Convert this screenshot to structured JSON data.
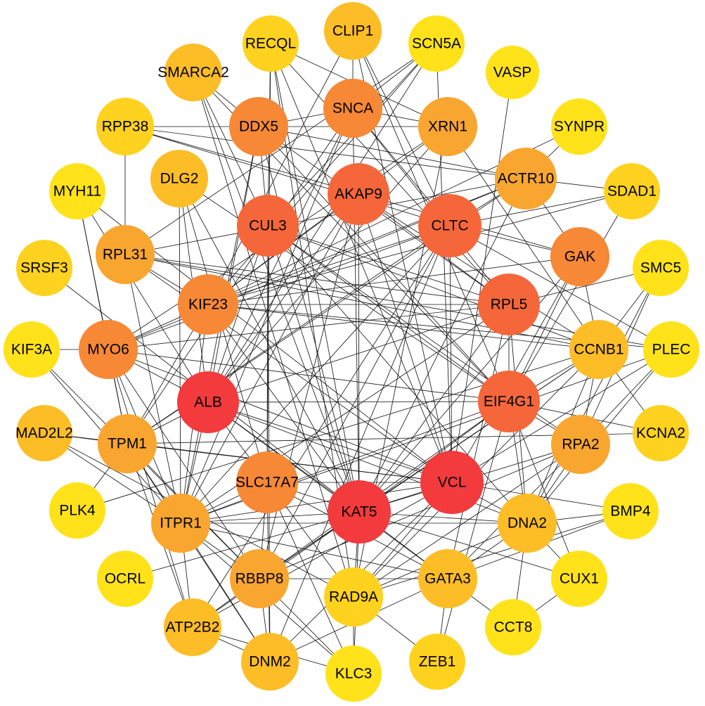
{
  "colors": {
    "background": "#ffffff",
    "edge": "#1a1a1a",
    "label": "#000000",
    "level_1": "#ffe21a",
    "level_2": "#ffd21f",
    "level_3": "#fdbd27",
    "level_4": "#f9a630",
    "level_5": "#f68836",
    "level_6": "#f5673a",
    "level_7": "#f33a3c"
  },
  "nodes": [
    {
      "id": "RECQL",
      "label": "RECQL",
      "level": 2
    },
    {
      "id": "CLIP1",
      "label": "CLIP1",
      "level": 3
    },
    {
      "id": "SCN5A",
      "label": "SCN5A",
      "level": 1
    },
    {
      "id": "VASP",
      "label": "VASP",
      "level": 1
    },
    {
      "id": "SMARCA2",
      "label": "SMARCA2",
      "level": 3
    },
    {
      "id": "SNCA",
      "label": "SNCA",
      "level": 5
    },
    {
      "id": "XRN1",
      "label": "XRN1",
      "level": 4
    },
    {
      "id": "SYNPR",
      "label": "SYNPR",
      "level": 1
    },
    {
      "id": "RPP38",
      "label": "RPP38",
      "level": 2
    },
    {
      "id": "DDX5",
      "label": "DDX5",
      "level": 5
    },
    {
      "id": "ACTR10",
      "label": "ACTR10",
      "level": 4
    },
    {
      "id": "DLG2",
      "label": "DLG2",
      "level": 3
    },
    {
      "id": "AKAP9",
      "label": "AKAP9",
      "level": 6
    },
    {
      "id": "SDAD1",
      "label": "SDAD1",
      "level": 2
    },
    {
      "id": "MYH11",
      "label": "MYH11",
      "level": 1
    },
    {
      "id": "CUL3",
      "label": "CUL3",
      "level": 6
    },
    {
      "id": "CLTC",
      "label": "CLTC",
      "level": 6
    },
    {
      "id": "SRSF3",
      "label": "SRSF3",
      "level": 2
    },
    {
      "id": "RPL31",
      "label": "RPL31",
      "level": 4
    },
    {
      "id": "GAK",
      "label": "GAK",
      "level": 5
    },
    {
      "id": "SMC5",
      "label": "SMC5",
      "level": 1
    },
    {
      "id": "KIF23",
      "label": "KIF23",
      "level": 5
    },
    {
      "id": "RPL5",
      "label": "RPL5",
      "level": 6
    },
    {
      "id": "KIF3A",
      "label": "KIF3A",
      "level": 1
    },
    {
      "id": "MYO6",
      "label": "MYO6",
      "level": 5
    },
    {
      "id": "CCNB1",
      "label": "CCNB1",
      "level": 3
    },
    {
      "id": "PLEC",
      "label": "PLEC",
      "level": 1
    },
    {
      "id": "ALB",
      "label": "ALB",
      "level": 7
    },
    {
      "id": "EIF4G1",
      "label": "EIF4G1",
      "level": 6
    },
    {
      "id": "MAD2L2",
      "label": "MAD2L2",
      "level": 3
    },
    {
      "id": "TPM1",
      "label": "TPM1",
      "level": 4
    },
    {
      "id": "RPA2",
      "label": "RPA2",
      "level": 4
    },
    {
      "id": "KCNA2",
      "label": "KCNA2",
      "level": 2
    },
    {
      "id": "VCL",
      "label": "VCL",
      "level": 7
    },
    {
      "id": "SLC17A7",
      "label": "SLC17A7",
      "level": 5
    },
    {
      "id": "PLK4",
      "label": "PLK4",
      "level": 1
    },
    {
      "id": "KAT5",
      "label": "KAT5",
      "level": 7
    },
    {
      "id": "ITPR1",
      "label": "ITPR1",
      "level": 4
    },
    {
      "id": "DNA2",
      "label": "DNA2",
      "level": 3
    },
    {
      "id": "BMP4",
      "label": "BMP4",
      "level": 1
    },
    {
      "id": "OCRL",
      "label": "OCRL",
      "level": 1
    },
    {
      "id": "RBBP8",
      "label": "RBBP8",
      "level": 4
    },
    {
      "id": "RAD9A",
      "label": "RAD9A",
      "level": 2
    },
    {
      "id": "GATA3",
      "label": "GATA3",
      "level": 3
    },
    {
      "id": "CUX1",
      "label": "CUX1",
      "level": 1
    },
    {
      "id": "ATP2B2",
      "label": "ATP2B2",
      "level": 3
    },
    {
      "id": "CCT8",
      "label": "CCT8",
      "level": 1
    },
    {
      "id": "DNM2",
      "label": "DNM2",
      "level": 3
    },
    {
      "id": "ZEB1",
      "label": "ZEB1",
      "level": 2
    },
    {
      "id": "KLC3",
      "label": "KLC3",
      "level": 1
    }
  ],
  "edges": [
    [
      "RECQL",
      "CUL3"
    ],
    [
      "RECQL",
      "KAT5"
    ],
    [
      "RECQL",
      "RPL5"
    ],
    [
      "RECQL",
      "XRN1"
    ],
    [
      "RECQL",
      "SLC17A7"
    ],
    [
      "RECQL",
      "VCL"
    ],
    [
      "RECQL",
      "RAD9A"
    ],
    [
      "CLIP1",
      "KIF23"
    ],
    [
      "CLIP1",
      "SNCA"
    ],
    [
      "CLIP1",
      "CLTC"
    ],
    [
      "CLIP1",
      "VCL"
    ],
    [
      "CLIP1",
      "EIF4G1"
    ],
    [
      "SCN5A",
      "KIF23"
    ],
    [
      "SCN5A",
      "ALB"
    ],
    [
      "SCN5A",
      "SNCA"
    ],
    [
      "SCN5A",
      "CUL3"
    ],
    [
      "SCN5A",
      "VCL"
    ],
    [
      "SCN5A",
      "RPL31"
    ],
    [
      "VASP",
      "VCL"
    ],
    [
      "SMARCA2",
      "CUL3"
    ],
    [
      "SMARCA2",
      "KAT5"
    ],
    [
      "SMARCA2",
      "EIF4G1"
    ],
    [
      "SMARCA2",
      "DDX5"
    ],
    [
      "SMARCA2",
      "RAD9A"
    ],
    [
      "SNCA",
      "ALB"
    ],
    [
      "SNCA",
      "KAT5"
    ],
    [
      "SNCA",
      "DDX5"
    ],
    [
      "SNCA",
      "CLTC"
    ],
    [
      "SNCA",
      "XRN1"
    ],
    [
      "SNCA",
      "ITPR1"
    ],
    [
      "SNCA",
      "RPL5"
    ],
    [
      "SNCA",
      "TPM1"
    ],
    [
      "XRN1",
      "ALB"
    ],
    [
      "XRN1",
      "KIF23"
    ],
    [
      "XRN1",
      "DDX5"
    ],
    [
      "XRN1",
      "RAD9A"
    ],
    [
      "XRN1",
      "CCNB1"
    ],
    [
      "XRN1",
      "MYO6"
    ],
    [
      "SYNPR",
      "ACTR10"
    ],
    [
      "SYNPR",
      "KIF23"
    ],
    [
      "RPP38",
      "ACTR10"
    ],
    [
      "RPP38",
      "RPL31"
    ],
    [
      "RPP38",
      "DDX5"
    ],
    [
      "RPP38",
      "CLTC"
    ],
    [
      "RPP38",
      "GAK"
    ],
    [
      "DDX5",
      "ACTR10"
    ],
    [
      "DDX5",
      "KAT5"
    ],
    [
      "DDX5",
      "RPL5"
    ],
    [
      "DDX5",
      "ALB"
    ],
    [
      "DDX5",
      "EIF4G1"
    ],
    [
      "DDX5",
      "CUL3"
    ],
    [
      "DDX5",
      "ITPR1"
    ],
    [
      "ACTR10",
      "SDAD1"
    ],
    [
      "ACTR10",
      "KIF23"
    ],
    [
      "ACTR10",
      "RPL31"
    ],
    [
      "ACTR10",
      "CLTC"
    ],
    [
      "ACTR10",
      "MYO6"
    ],
    [
      "ACTR10",
      "TPM1"
    ],
    [
      "ACTR10",
      "GAK"
    ],
    [
      "ACTR10",
      "KAT5"
    ],
    [
      "DLG2",
      "SLC17A7"
    ],
    [
      "DLG2",
      "EIF4G1"
    ],
    [
      "DLG2",
      "ALB"
    ],
    [
      "DLG2",
      "KAT5"
    ],
    [
      "DLG2",
      "ITPR1"
    ],
    [
      "AKAP9",
      "KAT5"
    ],
    [
      "AKAP9",
      "VCL"
    ],
    [
      "AKAP9",
      "ALB"
    ],
    [
      "AKAP9",
      "RPL5"
    ],
    [
      "AKAP9",
      "CCNB1"
    ],
    [
      "AKAP9",
      "ITPR1"
    ],
    [
      "AKAP9",
      "RBBP8"
    ],
    [
      "AKAP9",
      "KIF23"
    ],
    [
      "SDAD1",
      "KIF23"
    ],
    [
      "SDAD1",
      "CLTC"
    ],
    [
      "SDAD1",
      "EIF4G1"
    ],
    [
      "MYH11",
      "MYO6"
    ],
    [
      "MYH11",
      "TPM1"
    ],
    [
      "MYH11",
      "ALB"
    ],
    [
      "MYH11",
      "VCL"
    ],
    [
      "CUL3",
      "ALB"
    ],
    [
      "CUL3",
      "KAT5"
    ],
    [
      "CUL3",
      "SLC17A7"
    ],
    [
      "CUL3",
      "CCNB1"
    ],
    [
      "CUL3",
      "RPL5"
    ],
    [
      "CUL3",
      "DNM2"
    ],
    [
      "CUL3",
      "EIF4G1"
    ],
    [
      "CUL3",
      "DNA2"
    ],
    [
      "CUL3",
      "RPA2"
    ],
    [
      "CLTC",
      "VCL"
    ],
    [
      "CLTC",
      "KIF23"
    ],
    [
      "CLTC",
      "ITPR1"
    ],
    [
      "CLTC",
      "MYO6"
    ],
    [
      "CLTC",
      "RBBP8"
    ],
    [
      "CLTC",
      "DNM2"
    ],
    [
      "CLTC",
      "ATP2B2"
    ],
    [
      "CLTC",
      "GAK"
    ],
    [
      "CLTC",
      "PLEC"
    ],
    [
      "CLTC",
      "TPM1"
    ],
    [
      "SRSF3",
      "KAT5"
    ],
    [
      "RPL31",
      "RPL5"
    ],
    [
      "RPL31",
      "VCL"
    ],
    [
      "RPL31",
      "CCNB1"
    ],
    [
      "RPL31",
      "PLEC"
    ],
    [
      "RPL31",
      "KIF23"
    ],
    [
      "RPL31",
      "ITPR1"
    ],
    [
      "GAK",
      "KIF23"
    ],
    [
      "GAK",
      "CCNB1"
    ],
    [
      "GAK",
      "EIF4G1"
    ],
    [
      "GAK",
      "KAT5"
    ],
    [
      "GAK",
      "VCL"
    ],
    [
      "SMC5",
      "DNA2"
    ],
    [
      "SMC5",
      "RPA2"
    ],
    [
      "SMC5",
      "RPL5"
    ],
    [
      "SMC5",
      "CCNB1"
    ],
    [
      "KIF23",
      "CCNB1"
    ],
    [
      "KIF23",
      "KAT5"
    ],
    [
      "KIF23",
      "PLEC"
    ],
    [
      "KIF23",
      "MYO6"
    ],
    [
      "KIF23",
      "RPL5"
    ],
    [
      "KIF23",
      "ITPR1"
    ],
    [
      "KIF23",
      "TPM1"
    ],
    [
      "RPL5",
      "MYO6"
    ],
    [
      "RPL5",
      "EIF4G1"
    ],
    [
      "RPL5",
      "KAT5"
    ],
    [
      "RPL5",
      "ALB"
    ],
    [
      "RPL5",
      "DNA2"
    ],
    [
      "RPL5",
      "ITPR1"
    ],
    [
      "RPL5",
      "GATA3"
    ],
    [
      "KIF3A",
      "MYO6"
    ],
    [
      "KIF3A",
      "KLC3"
    ],
    [
      "KIF3A",
      "ITPR1"
    ],
    [
      "MYO6",
      "ALB"
    ],
    [
      "MYO6",
      "TPM1"
    ],
    [
      "MYO6",
      "ITPR1"
    ],
    [
      "MYO6",
      "VCL"
    ],
    [
      "MYO6",
      "EIF4G1"
    ],
    [
      "MYO6",
      "ATP2B2"
    ],
    [
      "MYO6",
      "RBBP8"
    ],
    [
      "CCNB1",
      "RPA2"
    ],
    [
      "CCNB1",
      "DNA2"
    ],
    [
      "CCNB1",
      "EIF4G1"
    ],
    [
      "CCNB1",
      "KAT5"
    ],
    [
      "CCNB1",
      "RBBP8"
    ],
    [
      "CCNB1",
      "KCNA2"
    ],
    [
      "CCNB1",
      "RAD9A"
    ],
    [
      "CCNB1",
      "PLK4"
    ],
    [
      "PLEC",
      "VCL"
    ],
    [
      "PLEC",
      "ITPR1"
    ],
    [
      "PLEC",
      "RPA2"
    ],
    [
      "PLEC",
      "DNA2"
    ],
    [
      "ALB",
      "EIF4G1"
    ],
    [
      "ALB",
      "VCL"
    ],
    [
      "ALB",
      "TPM1"
    ],
    [
      "ALB",
      "KAT5"
    ],
    [
      "ALB",
      "ITPR1"
    ],
    [
      "ALB",
      "RAD9A"
    ],
    [
      "ALB",
      "GATA3"
    ],
    [
      "ALB",
      "DNA2"
    ],
    [
      "EIF4G1",
      "KCNA2"
    ],
    [
      "EIF4G1",
      "RPA2"
    ],
    [
      "EIF4G1",
      "KAT5"
    ],
    [
      "EIF4G1",
      "DNA2"
    ],
    [
      "EIF4G1",
      "ITPR1"
    ],
    [
      "EIF4G1",
      "RBBP8"
    ],
    [
      "EIF4G1",
      "CUX1"
    ],
    [
      "EIF4G1",
      "ZEB1"
    ],
    [
      "MAD2L2",
      "TPM1"
    ],
    [
      "MAD2L2",
      "ITPR1"
    ],
    [
      "MAD2L2",
      "VCL"
    ],
    [
      "MAD2L2",
      "RAD9A"
    ],
    [
      "TPM1",
      "ITPR1"
    ],
    [
      "TPM1",
      "ATP2B2"
    ],
    [
      "TPM1",
      "VCL"
    ],
    [
      "TPM1",
      "DNM2"
    ],
    [
      "TPM1",
      "PLK4"
    ],
    [
      "TPM1",
      "KCNA2"
    ],
    [
      "TPM1",
      "RBBP8"
    ],
    [
      "RPA2",
      "DNA2"
    ],
    [
      "RPA2",
      "KAT5"
    ],
    [
      "RPA2",
      "RAD9A"
    ],
    [
      "RPA2",
      "GATA3"
    ],
    [
      "RPA2",
      "RBBP8"
    ],
    [
      "VCL",
      "KAT5"
    ],
    [
      "VCL",
      "SLC17A7"
    ],
    [
      "VCL",
      "DNA2"
    ],
    [
      "VCL",
      "ITPR1"
    ],
    [
      "VCL",
      "RAD9A"
    ],
    [
      "VCL",
      "ATP2B2"
    ],
    [
      "VCL",
      "BMP4"
    ],
    [
      "VCL",
      "DNM2"
    ],
    [
      "SLC17A7",
      "KAT5"
    ],
    [
      "SLC17A7",
      "ITPR1"
    ],
    [
      "SLC17A7",
      "RBBP8"
    ],
    [
      "SLC17A7",
      "DNM2"
    ],
    [
      "SLC17A7",
      "KLC3"
    ],
    [
      "SLC17A7",
      "GATA3"
    ],
    [
      "KAT5",
      "ITPR1"
    ],
    [
      "KAT5",
      "RAD9A"
    ],
    [
      "KAT5",
      "DNA2"
    ],
    [
      "KAT5",
      "RBBP8"
    ],
    [
      "KAT5",
      "GATA3"
    ],
    [
      "KAT5",
      "ATP2B2"
    ],
    [
      "KAT5",
      "KLC3"
    ],
    [
      "KAT5",
      "OCRL"
    ],
    [
      "KAT5",
      "CUX1"
    ],
    [
      "ITPR1",
      "ATP2B2"
    ],
    [
      "ITPR1",
      "RBBP8"
    ],
    [
      "ITPR1",
      "DNA2"
    ],
    [
      "ITPR1",
      "DNM2"
    ],
    [
      "ITPR1",
      "GATA3"
    ],
    [
      "ITPR1",
      "KLC3"
    ],
    [
      "DNA2",
      "GATA3"
    ],
    [
      "DNA2",
      "CUX1"
    ],
    [
      "DNA2",
      "RAD9A"
    ],
    [
      "DNA2",
      "BMP4"
    ],
    [
      "BMP4",
      "GATA3"
    ],
    [
      "BMP4",
      "RAD9A"
    ],
    [
      "RBBP8",
      "DNM2"
    ],
    [
      "RBBP8",
      "GATA3"
    ],
    [
      "RBBP8",
      "ATP2B2"
    ],
    [
      "RAD9A",
      "KLC3"
    ],
    [
      "RAD9A",
      "ZEB1"
    ],
    [
      "GATA3",
      "CCT8"
    ],
    [
      "GATA3",
      "ZEB1"
    ],
    [
      "GATA3",
      "DNM2"
    ],
    [
      "CUX1",
      "CCT8"
    ],
    [
      "ATP2B2",
      "DNM2"
    ],
    [
      "CCT8",
      "DNA2"
    ],
    [
      "KLC3",
      "ATP2B2"
    ]
  ]
}
